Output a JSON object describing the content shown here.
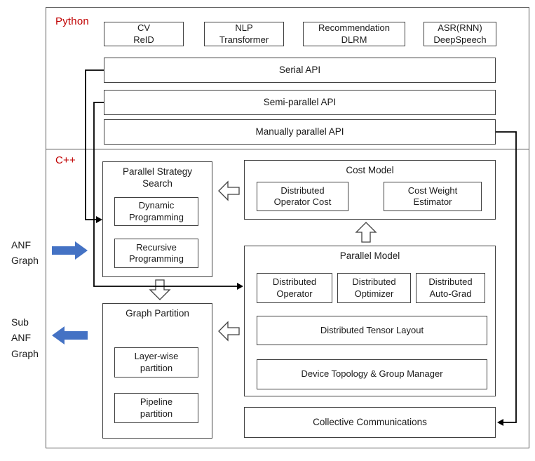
{
  "colors": {
    "section-label": "#C00000",
    "arrow-blue": "#4472C4",
    "box-border": "#404040",
    "text": "#1a1a1a"
  },
  "sections": {
    "python": "Python",
    "cpp": "C++"
  },
  "app_boxes": [
    {
      "label": "CV\nReID"
    },
    {
      "label": "NLP\nTransformer"
    },
    {
      "label": "Recommendation\nDLRM"
    },
    {
      "label": "ASR(RNN)\nDeepSpeech"
    }
  ],
  "api_boxes": [
    {
      "label": "Serial API"
    },
    {
      "label": "Semi-parallel API"
    },
    {
      "label": "Manually parallel API"
    }
  ],
  "strategy_search": {
    "title": "Parallel Strategy\nSearch",
    "dynamic": "Dynamic\nProgramming",
    "recursive": "Recursive\nProgramming"
  },
  "cost_model": {
    "title": "Cost Model",
    "operator_cost": "Distributed\nOperator Cost",
    "weight_estimator": "Cost Weight\nEstimator"
  },
  "parallel_model": {
    "title": "Parallel Model",
    "operator": "Distributed\nOperator",
    "optimizer": "Distributed\nOptimizer",
    "autograd": "Distributed\nAuto-Grad",
    "tensor_layout": "Distributed Tensor Layout",
    "device_topology": "Device Topology & Group Manager"
  },
  "graph_partition": {
    "title": "Graph Partition",
    "layer_wise": "Layer-wise\npartition",
    "pipeline": "Pipeline\npartition"
  },
  "collective_communications": "Collective Communications",
  "io": {
    "input_label": "ANF\nGraph",
    "output_label": "Sub\nANF\nGraph"
  }
}
